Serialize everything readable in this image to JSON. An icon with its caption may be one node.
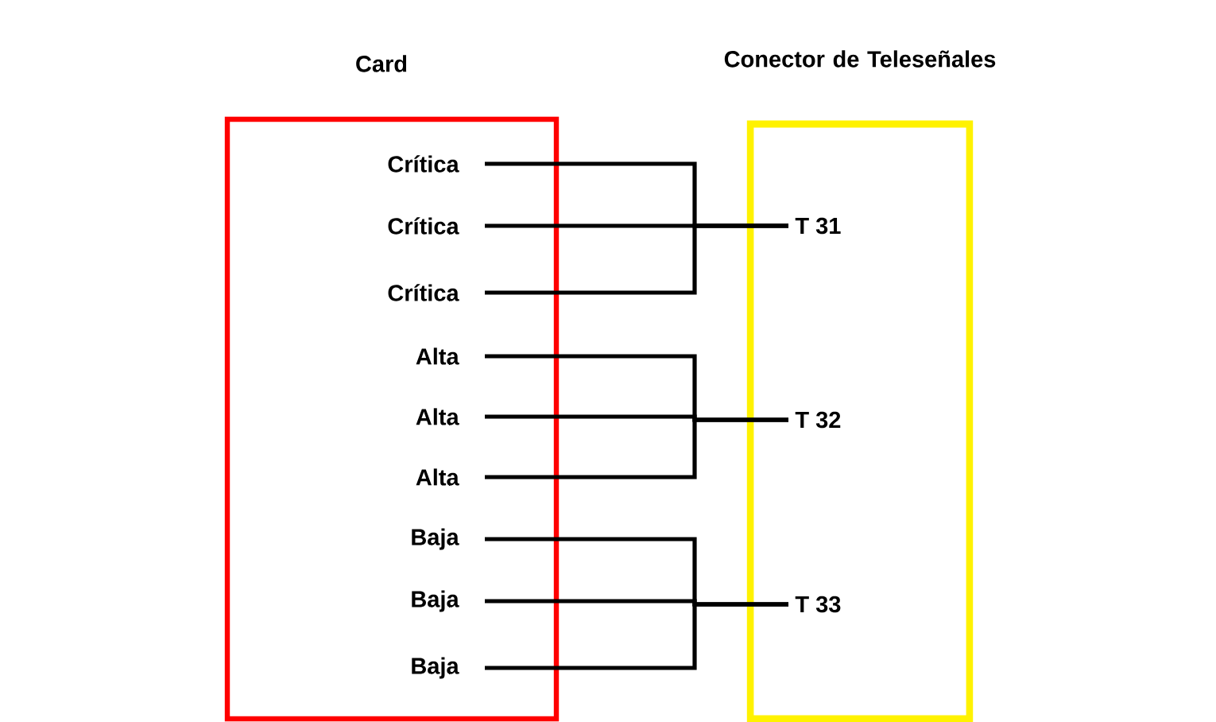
{
  "diagram": {
    "nodes": [
      {
        "text": [
          "Card"
        ]
      },
      {
        "text": [
          "Conector de Teleseñales"
        ]
      },
      {
        "text": [
          "Crítica"
        ],
        "in": 0
      },
      {
        "text": [
          "Crítica"
        ],
        "in": 0
      },
      {
        "text": [
          "Crítica"
        ],
        "in": 0
      },
      {
        "text": [
          "Alta"
        ],
        "in": 0
      },
      {
        "text": [
          "Alta"
        ],
        "in": 0
      },
      {
        "text": [
          "Alta"
        ],
        "in": 0
      },
      {
        "text": [
          "Baja"
        ],
        "in": 0
      },
      {
        "text": [
          "Baja"
        ],
        "in": 0
      },
      {
        "text": [
          "Baja"
        ],
        "in": 0
      },
      {
        "text": [
          "T 31"
        ],
        "in": 1
      },
      {
        "text": [
          "T 32"
        ],
        "in": 1
      },
      {
        "text": [
          "T 33"
        ],
        "in": 1
      }
    ],
    "edges": [
      {
        "from": 2,
        "to": 11,
        "arrow": "none"
      },
      {
        "from": 3,
        "to": 11,
        "arrow": "none"
      },
      {
        "from": 4,
        "to": 11,
        "arrow": "none"
      },
      {
        "from": 5,
        "to": 12,
        "arrow": "none"
      },
      {
        "from": 6,
        "to": 12,
        "arrow": "none"
      },
      {
        "from": 7,
        "to": 12,
        "arrow": "none"
      },
      {
        "from": 8,
        "to": 13,
        "arrow": "none"
      },
      {
        "from": 9,
        "to": 13,
        "arrow": "none"
      },
      {
        "from": 10,
        "to": 13,
        "arrow": "none"
      }
    ]
  }
}
